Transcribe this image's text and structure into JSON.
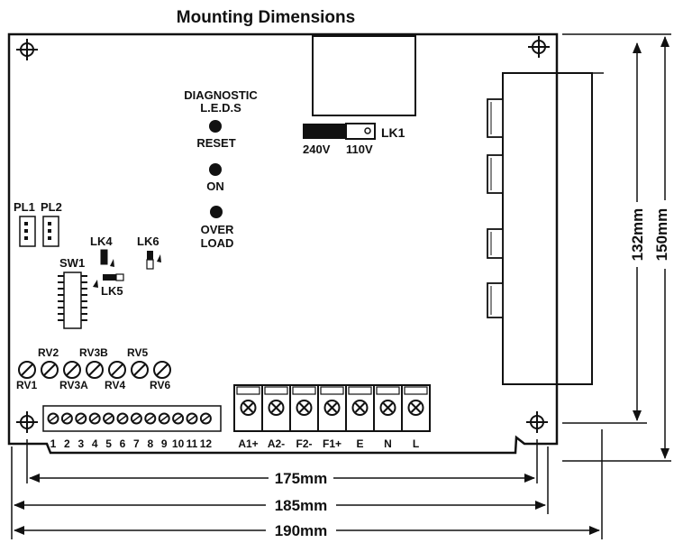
{
  "title": "Mounting Dimensions",
  "leds": {
    "heading_line1": "DIAGNOSTIC",
    "heading_line2": "L.E.D.S",
    "reset": "RESET",
    "on": "ON",
    "overload_line1": "OVER",
    "overload_line2": "LOAD"
  },
  "voltage_link": {
    "lk1": "LK1",
    "v240": "240V",
    "v110": "110V"
  },
  "connectors": {
    "pl1": "PL1",
    "pl2": "PL2",
    "sw1": "SW1"
  },
  "links": {
    "lk4": "LK4",
    "lk5": "LK5",
    "lk6": "LK6"
  },
  "pots": {
    "rv1": "RV1",
    "rv2": "RV2",
    "rv3a": "RV3A",
    "rv3b": "RV3B",
    "rv4": "RV4",
    "rv5": "RV5",
    "rv6": "RV6"
  },
  "small_terminals": [
    "1",
    "2",
    "3",
    "4",
    "5",
    "6",
    "7",
    "8",
    "9",
    "10",
    "11",
    "12"
  ],
  "power_terminals": [
    "A1+",
    "A2-",
    "F2-",
    "F1+",
    "E",
    "N",
    "L"
  ],
  "dimensions": {
    "w175": "175mm",
    "w185": "185mm",
    "w190": "190mm",
    "h132": "132mm",
    "h150": "150mm"
  }
}
